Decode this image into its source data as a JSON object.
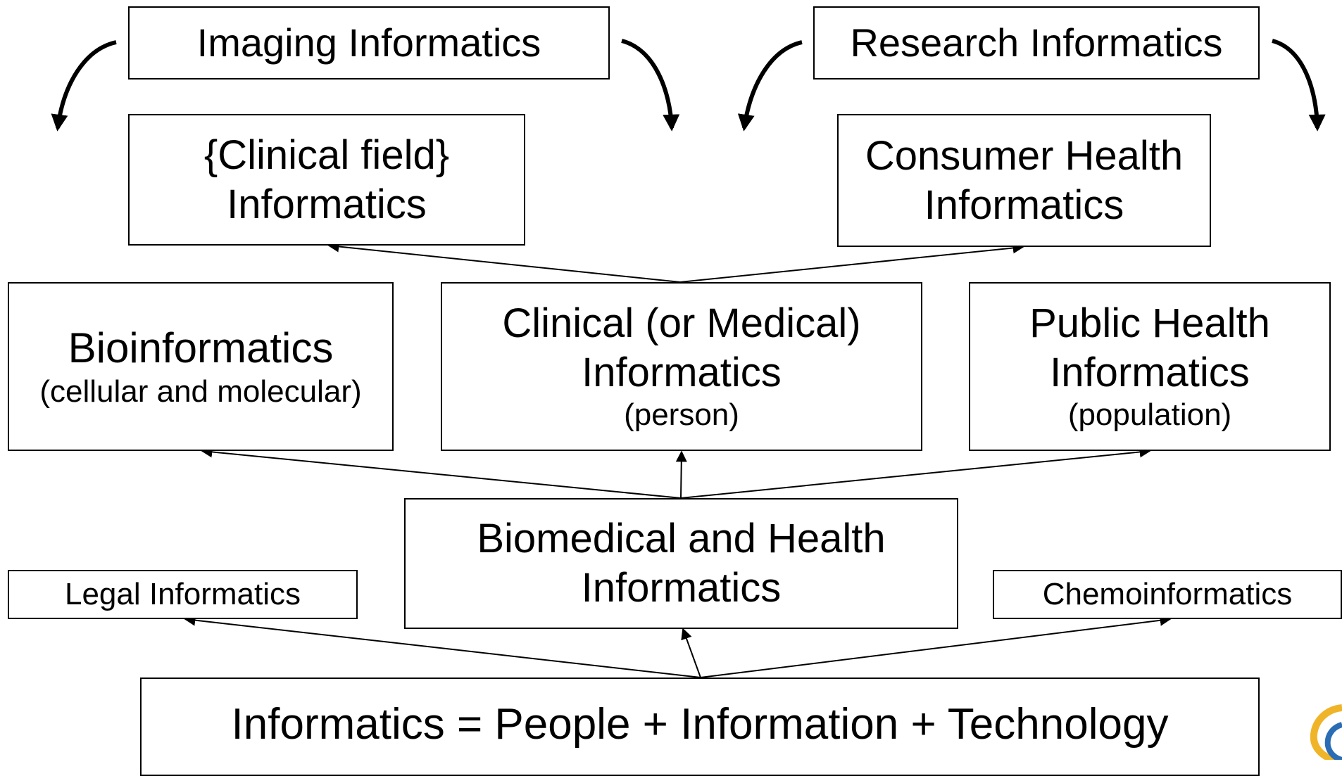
{
  "boxes": {
    "imaging": "Imaging Informatics",
    "research": "Research Informatics",
    "clinical_field": {
      "line1": "{Clinical field}",
      "line2": "Informatics"
    },
    "consumer": {
      "line1": "Consumer Health",
      "line2": "Informatics"
    },
    "bioinformatics": {
      "title": "Bioinformatics",
      "subtitle": "(cellular and molecular)"
    },
    "clinical_medical": {
      "line1": "Clinical (or Medical)",
      "line2": "Informatics",
      "subtitle": "(person)"
    },
    "public_health": {
      "line1": "Public Health",
      "line2": "Informatics",
      "subtitle": "(population)"
    },
    "biomedical": {
      "line1": "Biomedical and Health",
      "line2": "Informatics"
    },
    "legal": "Legal Informatics",
    "chemo": "Chemoinformatics",
    "base": "Informatics = People + Information + Technology"
  },
  "logo_icon": "dna-helix-icon"
}
